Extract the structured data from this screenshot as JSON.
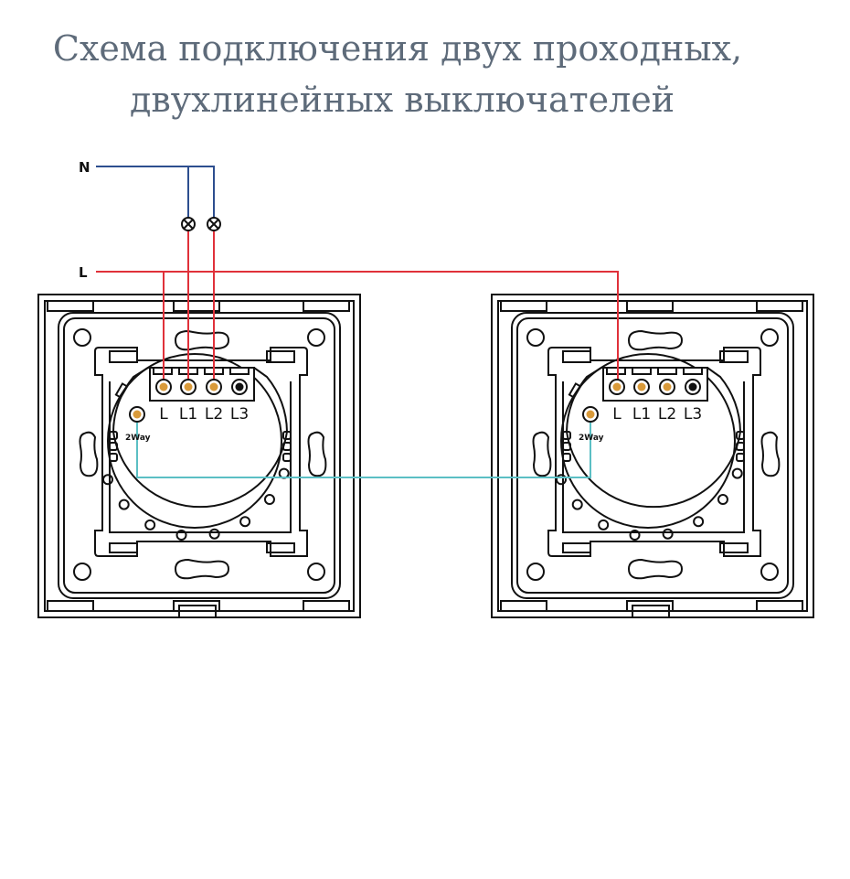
{
  "title": {
    "line1": "Схема подключения двух проходных,",
    "line2": "двухлинейных выключателей"
  },
  "wires": {
    "neutral_label": "N",
    "live_label": "L",
    "colors": {
      "neutral": "#2d4e8f",
      "live": "#e0313a",
      "traveler": "#5bbfc4"
    }
  },
  "switches": [
    {
      "terminals": [
        "L",
        "L1",
        "L2",
        "L3"
      ],
      "two_way_label": "2Way"
    },
    {
      "terminals": [
        "L",
        "L1",
        "L2",
        "L3"
      ],
      "two_way_label": "2Way"
    }
  ],
  "lamp_icon": "lamp-cross-circle-icon"
}
